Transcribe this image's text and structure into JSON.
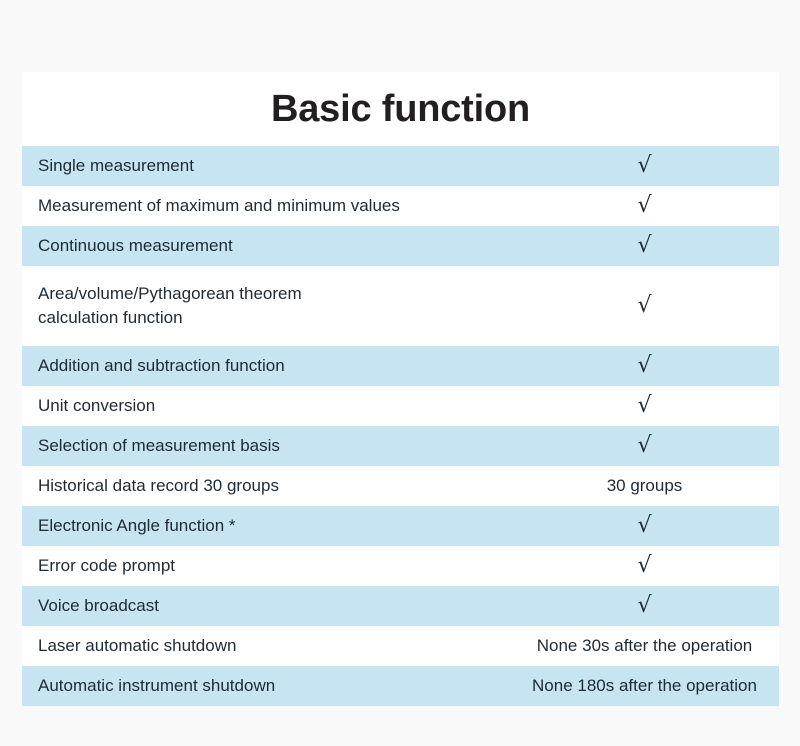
{
  "page": {
    "background_color": "#f9f9f9",
    "card_background_color": "#ffffff",
    "row_highlight_color": "#c6e4f2",
    "text_color": "#1f2a33",
    "title_color": "#231f20"
  },
  "header": {
    "title": "Basic function"
  },
  "table": {
    "check_symbol": "√",
    "check_symbol_name": "radical-check-icon",
    "rows": [
      {
        "label": "Single measurement",
        "label_line2": "",
        "value": "√",
        "value_type": "check",
        "shaded": true
      },
      {
        "label": "Measurement of maximum and minimum values",
        "label_line2": "",
        "value": "√",
        "value_type": "check",
        "shaded": false
      },
      {
        "label": "Continuous measurement",
        "label_line2": "",
        "value": "√",
        "value_type": "check",
        "shaded": true
      },
      {
        "label": "Area/volume/Pythagorean theorem",
        "label_line2": "calculation function",
        "value": "√",
        "value_type": "check",
        "shaded": false
      },
      {
        "label": "Addition and subtraction function",
        "label_line2": "",
        "value": "√",
        "value_type": "check",
        "shaded": true
      },
      {
        "label": "Unit conversion",
        "label_line2": "",
        "value": "√",
        "value_type": "check",
        "shaded": false
      },
      {
        "label": "Selection of measurement basis",
        "label_line2": "",
        "value": "√",
        "value_type": "check",
        "shaded": true
      },
      {
        "label": "Historical data record 30 groups",
        "label_line2": "",
        "value": "30 groups",
        "value_type": "text",
        "shaded": false
      },
      {
        "label": "Electronic Angle function *",
        "label_line2": "",
        "value": "√",
        "value_type": "check",
        "shaded": true
      },
      {
        "label": "Error code prompt",
        "label_line2": "",
        "value": "√",
        "value_type": "check",
        "shaded": false
      },
      {
        "label": "Voice broadcast",
        "label_line2": "",
        "value": "√",
        "value_type": "check",
        "shaded": true
      },
      {
        "label": "Laser automatic shutdown",
        "label_line2": "",
        "value": "None 30s after the operation",
        "value_type": "text",
        "shaded": false
      },
      {
        "label": "Automatic instrument shutdown",
        "label_line2": "",
        "value": "None 180s after the operation",
        "value_type": "text",
        "shaded": true
      }
    ]
  }
}
